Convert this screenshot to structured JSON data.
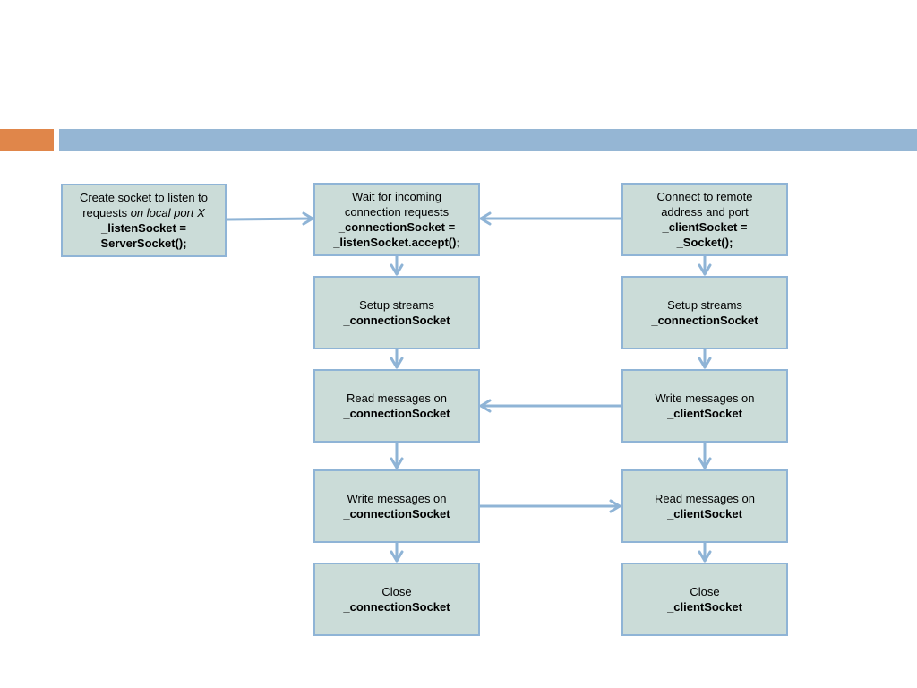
{
  "colors": {
    "accent": "#e0864a",
    "header": "#95b6d4",
    "box_fill": "#cbdcd8",
    "box_border": "#8fb4d6",
    "arrow": "#8fb4d6"
  },
  "listen": {
    "line1": "Create socket to listen to",
    "line2_plain": "requests ",
    "line2_italic": "on local port X",
    "line3": "_listenSocket =",
    "line4": "ServerSocket();"
  },
  "server": {
    "wait": {
      "line1": "Wait for incoming",
      "line2": "connection requests",
      "line3": "_connectionSocket =",
      "line4": "_listenSocket.accept();"
    },
    "setup": {
      "line1": "Setup streams",
      "line2": "_connectionSocket"
    },
    "read": {
      "line1": "Read messages on",
      "line2": "_connectionSocket"
    },
    "write": {
      "line1": "Write messages on",
      "line2": "_connectionSocket"
    },
    "close": {
      "line1": "Close",
      "line2": "_connectionSocket"
    }
  },
  "client": {
    "connect": {
      "line1": "Connect to remote",
      "line2": "address and port",
      "line3": "_clientSocket =",
      "line4": "_Socket();"
    },
    "setup": {
      "line1": "Setup streams",
      "line2": "_connectionSocket"
    },
    "write": {
      "line1": "Write messages on",
      "line2": "_clientSocket"
    },
    "read": {
      "line1": "Read messages on",
      "line2": "_clientSocket"
    },
    "close": {
      "line1": "Close",
      "line2": "_clientSocket"
    }
  }
}
